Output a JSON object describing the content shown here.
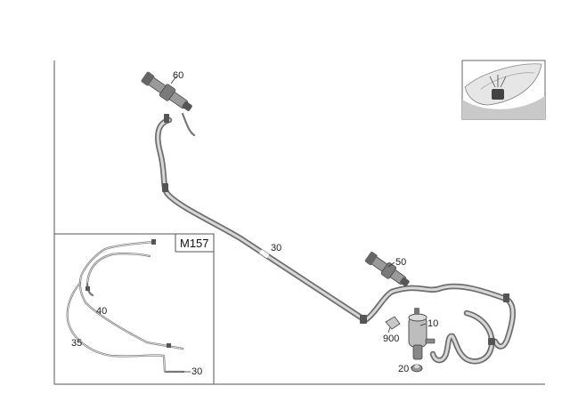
{
  "callouts": {
    "c60": "60",
    "c50": "50",
    "c30": "30",
    "c10": "10",
    "c900": "900",
    "c20": "20",
    "inset_title": "M157",
    "inset_c40": "40",
    "inset_c35": "35",
    "inset_c30": "30"
  },
  "colors": {
    "line": "#6e6e6e",
    "frame": "#555555",
    "text": "#222222"
  },
  "icons": [
    "spray-nozzle-icon",
    "washer-pump-icon",
    "grommet-icon",
    "vehicle-nozzle-locator-icon"
  ]
}
